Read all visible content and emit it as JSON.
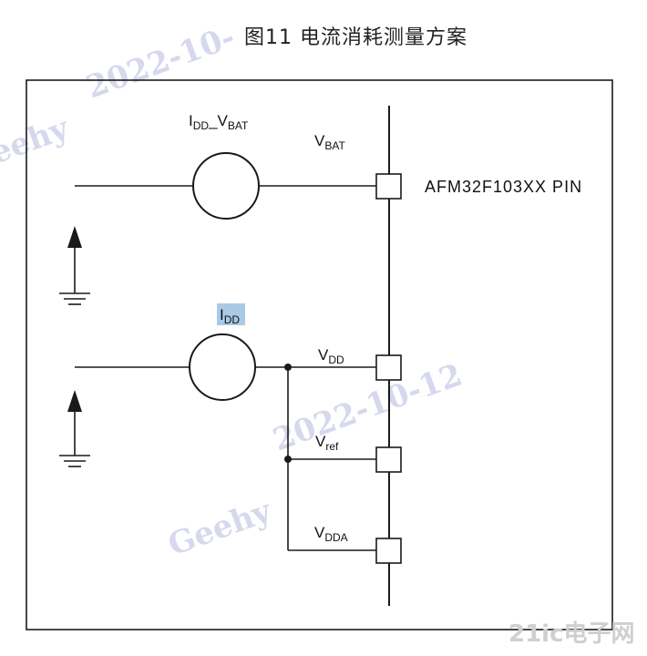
{
  "title": "图11  电流消耗测量方案",
  "labels": {
    "idd_vbat_main": "I",
    "idd_vbat_sub1": "DD",
    "idd_vbat_mid": "_V",
    "idd_vbat_sub2": "BAT",
    "vbat_main": "V",
    "vbat_sub": "BAT",
    "pin_label": "AFM32F103XX PIN",
    "idd_main": "I",
    "idd_sub": "DD",
    "vdd_main": "V",
    "vdd_sub": "DD",
    "vref_main": "V",
    "vref_sub": "ref",
    "vdda_main": "V",
    "vdda_sub": "DDA"
  },
  "watermarks": {
    "top": "2022-10-",
    "top_left": "eehy",
    "center": "2022-10-12",
    "bottom": "Geehy"
  },
  "logo": {
    "text": "21ic电子网"
  },
  "colors": {
    "line": "#1a1a1a",
    "highlight": "#a9c9e6",
    "watermark": "#c9cde8"
  }
}
